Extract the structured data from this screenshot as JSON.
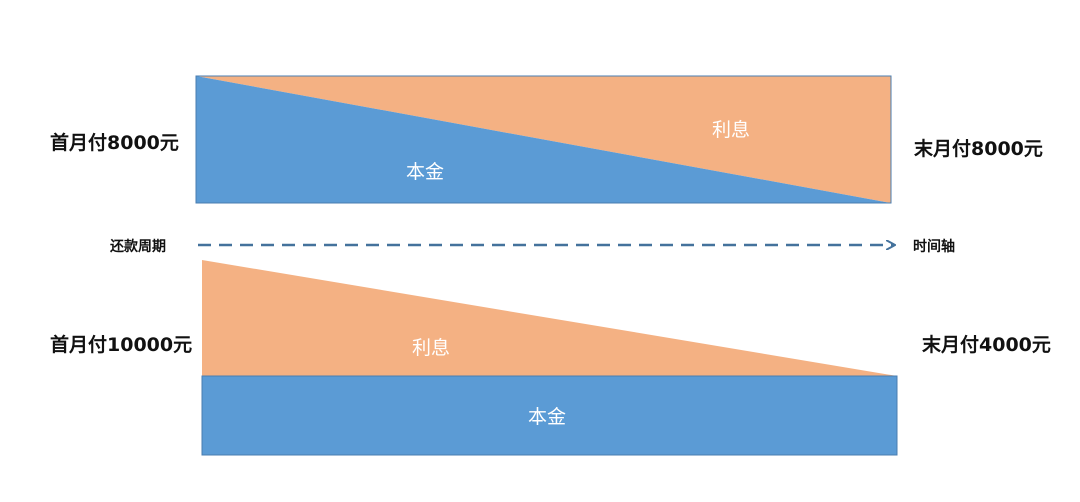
{
  "colors": {
    "principal": "#5B9BD5",
    "interest": "#F4B183",
    "border": "#4A7EB0",
    "arrow": "#44729C",
    "text": "#111111",
    "region_text": "#ffffff"
  },
  "top_diagram": {
    "first_month_label": "首月付8000元",
    "last_month_label": "末月付8000元",
    "principal_label": "本金",
    "interest_label": "利息"
  },
  "timeline": {
    "left_label": "还款周期",
    "right_label": "时间轴",
    "style": "dashed-arrow"
  },
  "bottom_diagram": {
    "first_month_label": "首月付10000元",
    "last_month_label": "末月付4000元",
    "principal_label": "本金",
    "interest_label": "利息"
  }
}
